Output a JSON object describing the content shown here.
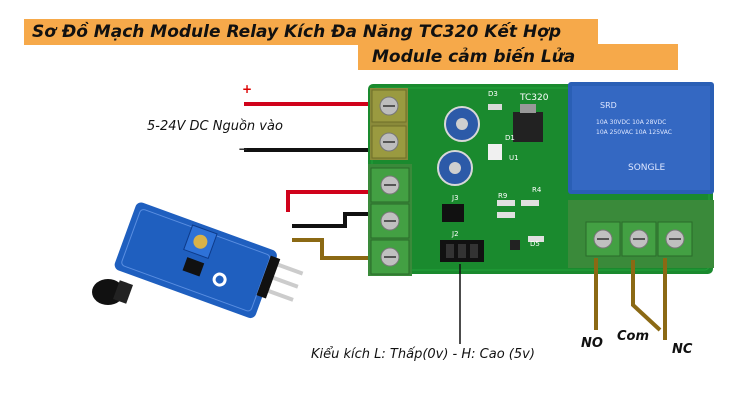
{
  "title": {
    "line1": "Sơ Đồ Mạch Module Relay Kích Đa Năng TC320 Kết Hợp",
    "line2": "Module cảm biến Lửa"
  },
  "power": {
    "label": "5-24V DC  Nguồn vào",
    "plus": "+",
    "minus": "−"
  },
  "trigger_note": "Kiểu kích L: Thấp(0v) - H: Cao (5v)",
  "relay_terminals": [
    "NO",
    "Com",
    "NC"
  ],
  "board": {
    "model": "TC320",
    "components": [
      "D3",
      "D1",
      "U1",
      "J3",
      "R4",
      "R9",
      "D5",
      "J2"
    ],
    "relay_brand": "SONGLE",
    "relay_model": "SRD",
    "relay_rating_1": "10A 250VAC 10A 125VAC",
    "relay_rating_2": "10A 30VDC 10A 28VDC"
  },
  "colors": {
    "banner": "#f6a94a",
    "pcb": "#1a8a2e",
    "terminal": "#3a8a3a",
    "relay": "#2a5fb5",
    "wire_red": "#d0021b",
    "wire_black": "#111111",
    "wire_brown": "#8b6914",
    "sensor_pcb": "#1f5fbf"
  }
}
